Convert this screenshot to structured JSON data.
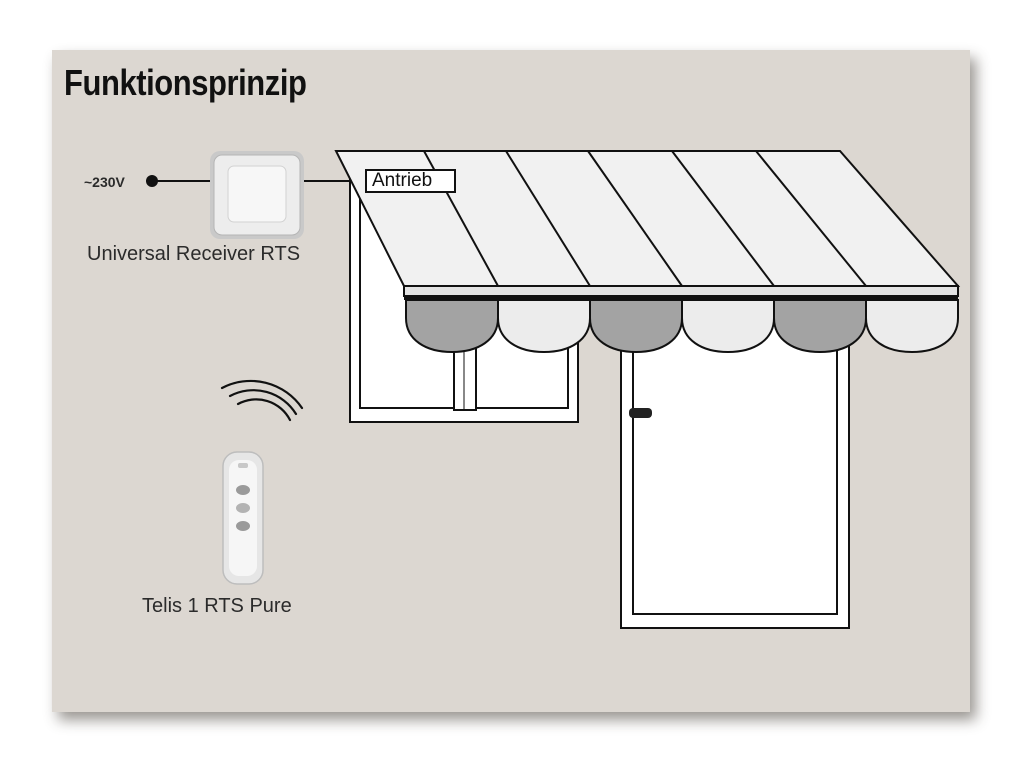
{
  "title": "Funktionsprinzip",
  "labels": {
    "voltage": "~230V",
    "drive": "Antrieb",
    "receiver": "Universal Receiver RTS",
    "remote": "Telis 1 RTS Pure"
  },
  "colors": {
    "panel_background": "#dcd7d1",
    "awning_fabric": "#f1f1f1",
    "valance_dark": "#a3a3a3",
    "valance_light": "#ececec",
    "outline": "#111111"
  },
  "icons": [
    "power-connection-dot-icon",
    "receiver-box-icon",
    "radio-signal-icon",
    "remote-control-icon"
  ]
}
